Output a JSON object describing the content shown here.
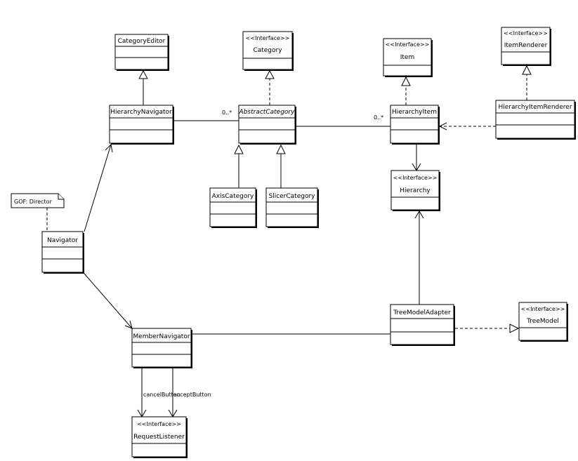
{
  "classes": {
    "category_editor": {
      "name": "CategoryEditor"
    },
    "category": {
      "stereotype": "<<Interface>>",
      "name": "Category"
    },
    "item": {
      "stereotype": "<<Interface>>",
      "name": "Item"
    },
    "item_renderer": {
      "stereotype": "<<Interface>>",
      "name": "ItemRenderer"
    },
    "hierarchy_navigator": {
      "name": "HierarchyNavigator"
    },
    "abstract_category": {
      "name": "AbstractCategory"
    },
    "hierarchy_item": {
      "name": "HierarchyItem"
    },
    "hierarchy_item_renderer": {
      "name": "HierarchyItemRenderer"
    },
    "axis_category": {
      "name": "AxisCategory"
    },
    "slicer_category": {
      "name": "SlicerCategory"
    },
    "hierarchy": {
      "stereotype": "<<Interface>>",
      "name": "Hierarchy"
    },
    "navigator": {
      "name": "Navigator"
    },
    "member_navigator": {
      "name": "MemberNavigator"
    },
    "tree_model_adapter": {
      "name": "TreeModelAdapter"
    },
    "tree_model": {
      "stereotype": "<<Interface>>",
      "name": "TreeModel"
    },
    "request_listener": {
      "stereotype": "<<Interface>>",
      "name": "RequestListener"
    }
  },
  "note": {
    "text": "GOF: Director"
  },
  "labels": {
    "nav_abstract_multiplicity": "0..*",
    "abstract_item_multiplicity": "0..*",
    "cancel_button": "cancelButton",
    "accept_button": "acceptButton"
  }
}
